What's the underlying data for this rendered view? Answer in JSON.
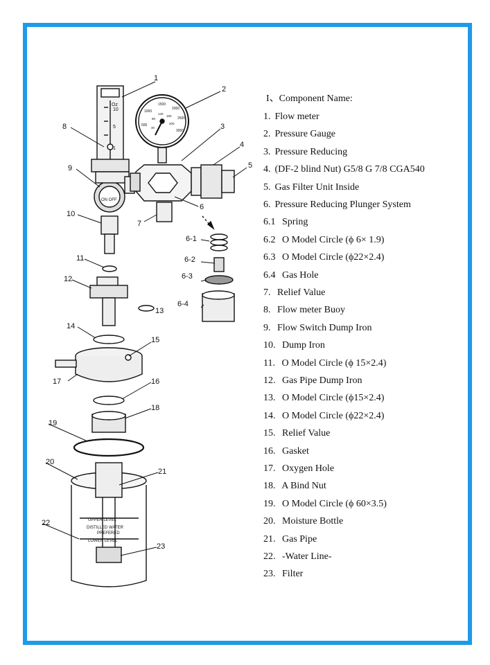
{
  "legend": {
    "title": "I、Component Name:",
    "items": [
      {
        "num": "1.",
        "text": "Flow meter"
      },
      {
        "num": "2.",
        "text": "Pressure Gauge"
      },
      {
        "num": "3.",
        "text": "Pressure Reducing"
      },
      {
        "num": "4.",
        "text": "(DF-2 blind Nut) G5/8 G 7/8 CGA540"
      },
      {
        "num": "5.",
        "text": "Gas Filter Unit Inside"
      },
      {
        "num": "6.",
        "text": "Pressure Reducing Plunger System"
      },
      {
        "num": "6.1",
        "text": " Spring"
      },
      {
        "num": "6.2",
        "text": " O Model Circle (ϕ 6× 1.9)"
      },
      {
        "num": "6.3",
        "text": " O Model Circle (ϕ22×2.4)"
      },
      {
        "num": "6.4",
        "text": " Gas Hole"
      },
      {
        "num": "7.",
        "text": "  Relief Value"
      },
      {
        "num": "8.",
        "text": "  Flow meter Buoy"
      },
      {
        "num": "9.",
        "text": "  Flow Switch Dump Iron"
      },
      {
        "num": "10.",
        "text": " Dump Iron"
      },
      {
        "num": "11.",
        "text": " O Model Circle (ϕ 15×2.4)"
      },
      {
        "num": "12.",
        "text": " Gas Pipe Dump Iron"
      },
      {
        "num": "13.",
        "text": " O Model Circle (ϕ15×2.4)"
      },
      {
        "num": "14.",
        "text": " O Model Circle (ϕ22×2.4)"
      },
      {
        "num": "15.",
        "text": " Relief Value"
      },
      {
        "num": "16.",
        "text": " Gasket"
      },
      {
        "num": "17.",
        "text": " Oxygen Hole"
      },
      {
        "num": "18.",
        "text": " A Bind Nut"
      },
      {
        "num": "19.",
        "text": " O Model Circle (ϕ 60×3.5)"
      },
      {
        "num": "20.",
        "text": " Moisture Bottle"
      },
      {
        "num": "21.",
        "text": " Gas Pipe"
      },
      {
        "num": "22.",
        "text": " -Water Line-"
      },
      {
        "num": "23.",
        "text": " Filter"
      }
    ]
  },
  "callouts": [
    "1",
    "2",
    "3",
    "4",
    "5",
    "6",
    "7",
    "8",
    "9",
    "10",
    "11",
    "12",
    "13",
    "14",
    "15",
    "16",
    "17",
    "18",
    "19",
    "20",
    "21",
    "22",
    "23",
    "6-1",
    "6-2",
    "6-3",
    "6-4"
  ],
  "gauge": {
    "scale_outer": [
      "500",
      "1000",
      "1500",
      "2000",
      "2500",
      "3000"
    ],
    "scale_inner": [
      "40",
      "80",
      "120",
      "160",
      "200"
    ]
  },
  "flowmeter": {
    "unit": "Oz",
    "marks": [
      "10",
      "5",
      "1"
    ]
  },
  "switch_label": "ON OFF",
  "bottle_labels": {
    "upper": "UPPER LEVEL",
    "middle1": "DISTILLED WATER",
    "middle2": "PREFERED",
    "lower": "LOWER LEVEL"
  },
  "colors": {
    "frame": "#1e9be8",
    "line": "#111111"
  }
}
